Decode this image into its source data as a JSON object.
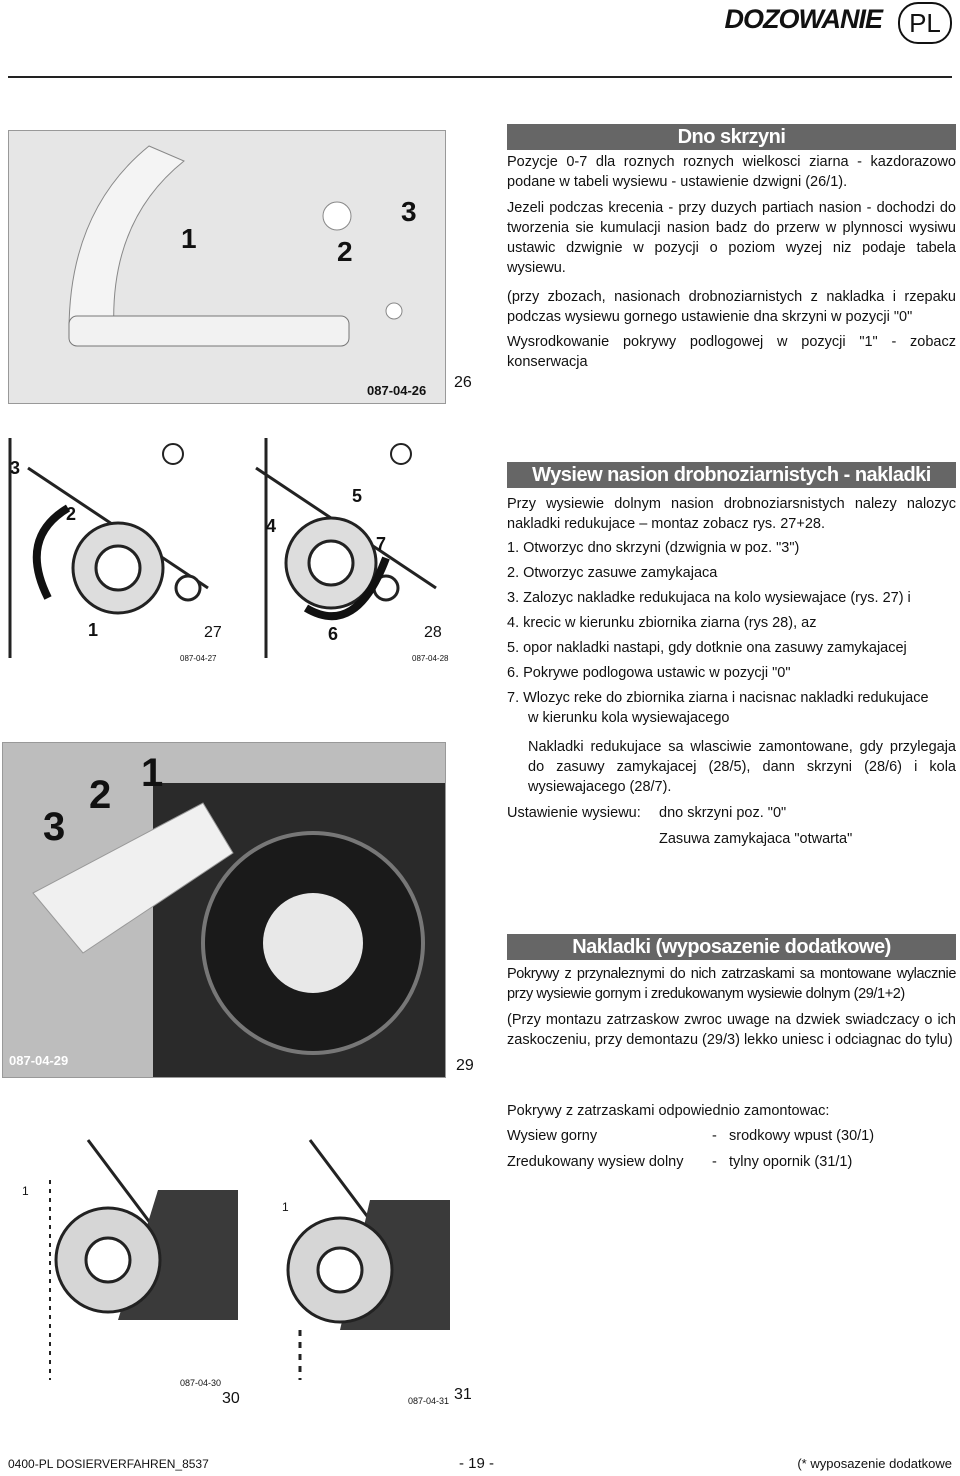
{
  "header": {
    "title": "DOZOWANIE",
    "lang": "PL"
  },
  "sections": {
    "dno": {
      "title": "Dno skrzyni",
      "p1": "Pozycje 0-7 dla roznych roznych wielkosci ziarna - kazdorazowo podane w tabeli wysiewu - ustawienie dzwigni (26/1).",
      "p2": "Jezeli podczas krecenia - przy duzych partiach nasion - dochodzi do tworzenia sie kumulacji nasion badz do przerw w plynnosci wysiwu ustawic dzwignie w pozycji o poziom wyzej niz podaje tabela wysiewu.",
      "p3": "(przy zbozach, nasionach drobnoziarnistych z nakladka i rzepaku podczas wysiewu gornego ustawienie dna skrzyni w pozycji \"0\"",
      "p4": "Wysrodkowanie pokrywy podlogowej w pozycji \"1\" - zobacz konserwacja"
    },
    "wysiew": {
      "title": "Wysiew nasion drobnoziarnistych - nakladki redukujace",
      "intro": "Przy wysiewie dolnym nasion drobnoziarsnistych nalezy nalozyc nakladki redukujace – montaz zobacz rys. 27+28.",
      "steps": [
        "1. Otworzyc dno skrzyni (dzwignia w poz. \"3\")",
        "2. Otworzyc zasuwe zamykajaca",
        "3. Zalozyc nakladke redukujaca na kolo wysiewajace (rys. 27) i",
        "4. krecic w kierunku zbiornika ziarna (rys 28), az",
        "5. opor nakladki nastapi, gdy dotknie ona zasuwy zamykajacej",
        "6. Pokrywe podlogowa ustawic w pozycji \"0\"",
        "7. Wlozyc reke do zbiornika ziarna i nacisnac nakladki redukujace"
      ],
      "step7_cont": "w kierunku kola wysiewajacego",
      "note": "Nakladki redukujace sa wlasciwie zamontowane, gdy przylegaja do zasuwy zamykajacej (28/5), dann skrzyni (28/6) i kola wysiewajacego (28/7).",
      "setting_label": "Ustawienie wysiewu:",
      "setting_value": "dno skrzyni poz. \"0\"",
      "setting_value2": "Zasuwa zamykajaca \"otwarta\""
    },
    "nakladki": {
      "title": "Nakladki (wyposazenie dodatkowe)",
      "p1": "Pokrywy z przynaleznymi do nich zatrzaskami sa montowane wylacznie przy wysiewie gornym i zredukowanym wysiewie dolnym (29/1+2)",
      "p2": "(Przy montazu zatrzaskow zwroc uwage na dzwiek swiadczacy o ich zaskoczeniu, przy demontazu (29/3) lekko uniesc i odciagnac do tylu)",
      "p3": "Pokrywy z zatrzaskami odpowiednio zamontowac:",
      "rows": [
        {
          "label": "Wysiew gorny",
          "dash": "-",
          "value": "srodkowy wpust (30/1)"
        },
        {
          "label": "Zredukowany wysiew dolny",
          "dash": "-",
          "value": "tylny opornik (31/1)"
        }
      ]
    }
  },
  "figures": {
    "f26": {
      "num": "26",
      "code": "087-04-26",
      "labels": [
        "1",
        "2",
        "3"
      ]
    },
    "f27": {
      "num": "27",
      "code": "087-04-27",
      "labels": [
        "3",
        "2",
        "1"
      ]
    },
    "f28": {
      "num": "28",
      "code": "087-04-28",
      "labels": [
        "4",
        "5",
        "7",
        "6"
      ]
    },
    "f29": {
      "num": "29",
      "code": "087-04-29",
      "labels": [
        "1",
        "2",
        "3"
      ]
    },
    "f30": {
      "num": "30",
      "code": "087-04-30",
      "labels": [
        "1"
      ]
    },
    "f31": {
      "num": "31",
      "code": "087-04-31",
      "labels": [
        "1"
      ]
    }
  },
  "footer": {
    "left": "0400-PL DOSIERVERFAHREN_8537",
    "page": "- 19 -",
    "right": "(* wyposazenie dodatkowe"
  }
}
